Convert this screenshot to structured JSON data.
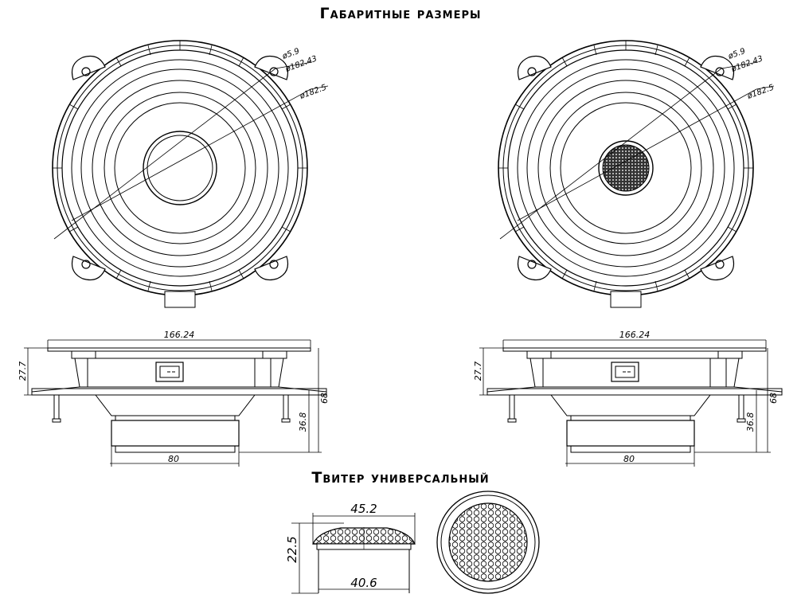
{
  "headings": {
    "dimensions": "Габаритные размеры",
    "tweeter": "Твитер универсальный"
  },
  "front_view_dimensions": {
    "hole": "ø5.9",
    "mount": "ø182.43",
    "outer": "ø182.5"
  },
  "side_view_dimensions": {
    "width": "166.24",
    "height_top": "27.7",
    "height_total": "68",
    "magnet_height": "36.8",
    "magnet_diameter": "80"
  },
  "tweeter_dimensions": {
    "top_width": "45.2",
    "height": "22.5",
    "bottom_width": "40.6"
  }
}
